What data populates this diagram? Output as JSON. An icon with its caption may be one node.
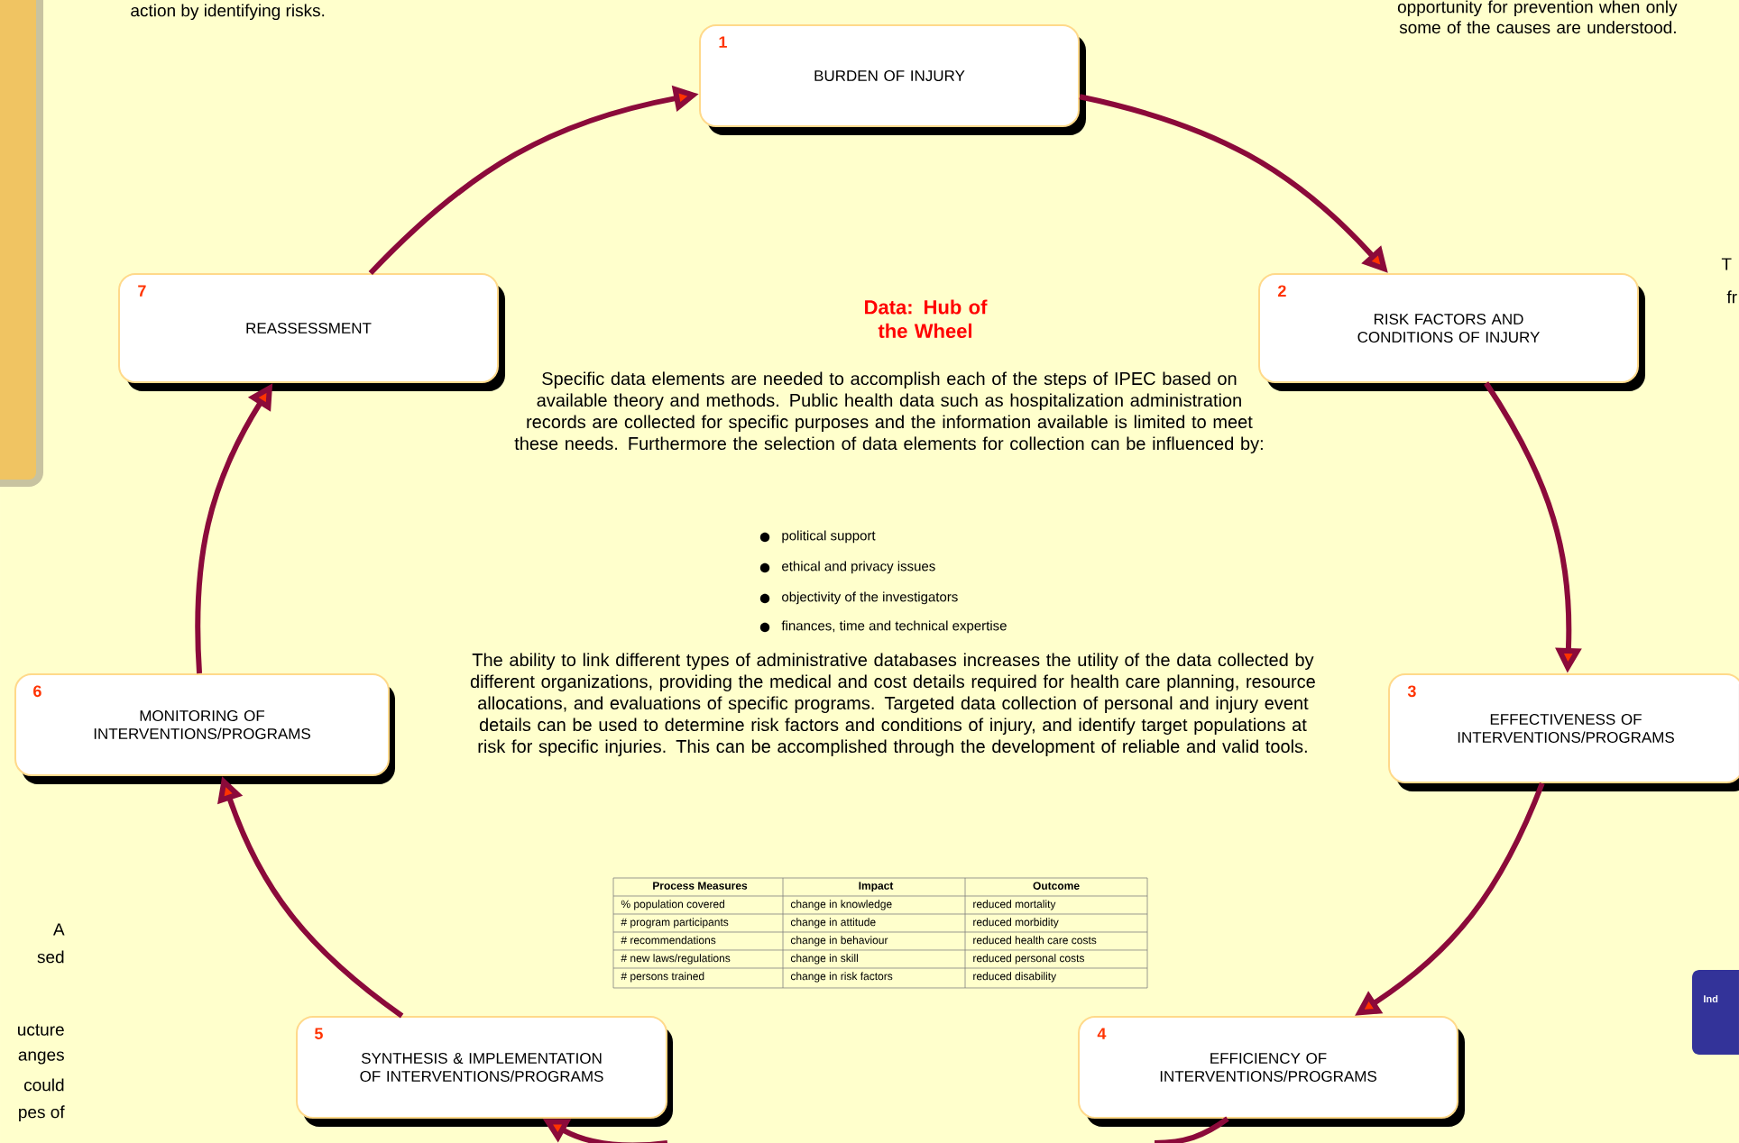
{
  "diagram": {
    "nodes": [
      {
        "text": [
          "1",
          "BURDEN OF INJURY"
        ]
      },
      {
        "text": [
          "2",
          "RISK FACTORS AND CONDITIONS OF INJURY"
        ]
      },
      {
        "text": [
          "3",
          "EFFECTIVENESS OF INTERVENTIONS/PROGRAMS"
        ]
      },
      {
        "text": [
          "4",
          "EFFICIENCY OF INTERVENTIONS/PROGRAMS"
        ]
      },
      {
        "text": [
          "5",
          "SYNTHESIS & IMPLEMENTATION OF INTERVENTIONS/PROGRAMS"
        ]
      },
      {
        "text": [
          "6",
          "MONITORING OF INTERVENTIONS/PROGRAMS"
        ]
      },
      {
        "text": [
          "7",
          "REASSESSMENT"
        ]
      }
    ],
    "edges": [
      {
        "from": 0,
        "to": 1,
        "arrow": "to"
      },
      {
        "from": 1,
        "to": 2,
        "arrow": "to"
      },
      {
        "from": 2,
        "to": 3,
        "arrow": "to"
      },
      {
        "from": 3,
        "to": null,
        "arrow": "none"
      },
      {
        "from": null,
        "to": 4,
        "arrow": "to"
      },
      {
        "from": 4,
        "to": 5,
        "arrow": "to"
      },
      {
        "from": 5,
        "to": 6,
        "arrow": "to"
      },
      {
        "from": 6,
        "to": 0,
        "arrow": "to"
      }
    ],
    "labels": [
      "action by identifying risks.",
      "opportunity for prevention when only some of the causes are understood.",
      "T",
      "fr",
      "Data: Hub of the Wheel",
      "Specific data elements are needed to accomplish each of the steps of IPEC based on available theory and methods. Public health data such as hospitalization administration records are collected for specific purposes and the information available is limited to meet these needs. Furthermore the selection of data elements for collection can be influenced by:",
      "political support",
      "ethical and privacy issues",
      "objectivity of the investigators",
      "finances, time and technical expertise",
      "A",
      "sed",
      "The ability to link different types of administrative databases increases the utility of the data collected by different organizations, providing the medical and cost details required for health care planning, resource allocations, and evaluations of specific programs. Targeted data collection of personal and injury event details can be used to determine risk factors and conditions of injury, and identify target populations at risk for specific injuries. This can be accomplished through the development of reliable and valid tools.",
      "ucture",
      "anges",
      "could",
      "pes of",
      "Process Measures",
      "Impact",
      "Outcome",
      "% population covered",
      "change in knowledge",
      "reduced mortality",
      "# program participants",
      "change in attitude",
      "reduced morbidity",
      "# recommendations",
      "change in behaviour",
      "reduced health care costs",
      "# new laws/regulations",
      "change in skill",
      "reduced personal costs",
      "# persons trained",
      "change in risk factors",
      "reduced disability",
      "Ind"
    ]
  }
}
